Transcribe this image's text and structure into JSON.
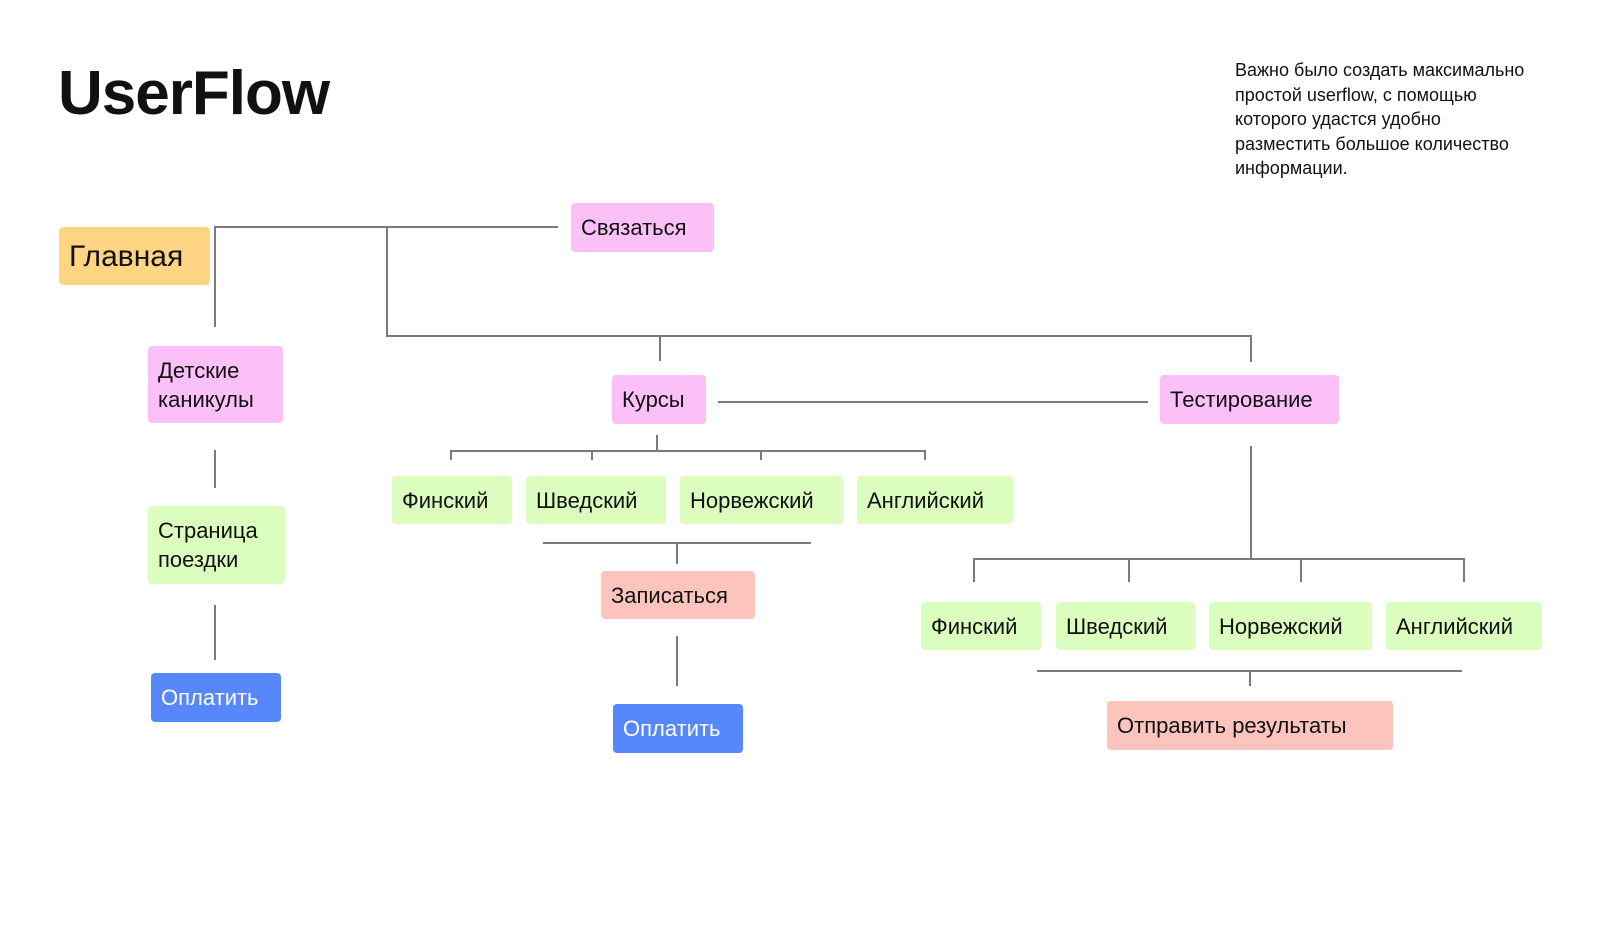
{
  "title": "UserFlow",
  "note": "Важно было создать максимально простой userflow, с помощью которого удастся удобно разместить большое количество информации.",
  "colors": {
    "home": "#FFD584",
    "section": "#FCC0F9",
    "option": "#DBFDBE",
    "action": "#FDC4BE",
    "pay": "#5688FC",
    "line": "#7a7a7a"
  },
  "nodes": {
    "home": "Главная",
    "contact": "Связаться",
    "kids": "Детские каникулы",
    "trip": "Страница поездки",
    "pay_kids": "Оплатить",
    "courses": "Курсы",
    "testing": "Тестирование",
    "courses_langs": [
      "Финский",
      "Шведский",
      "Норвежский",
      "Английский"
    ],
    "enroll": "Записаться",
    "pay_courses": "Оплатить",
    "testing_langs": [
      "Финский",
      "Шведский",
      "Норвежский",
      "Английский"
    ],
    "send_results": "Отправить результаты"
  }
}
